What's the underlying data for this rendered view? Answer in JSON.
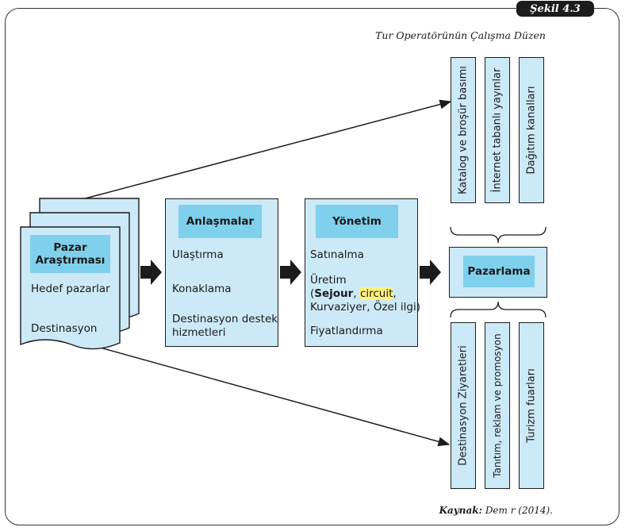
{
  "figure_label": "Şekil 4.3",
  "caption": "Tur Operatörünün Çalışma Düzen",
  "source_label": "Kaynak:",
  "source_text": "Dem r (2014).",
  "pazar": {
    "title_line1": "Pazar",
    "title_line2": "Araştırması",
    "items": [
      "Hedef pazarlar",
      "Destinasyon"
    ]
  },
  "anlasmalar": {
    "title": "Anlaşmalar",
    "items": [
      "Ulaştırma",
      "Konaklama",
      "Destinasyon destek",
      "hizmetleri"
    ]
  },
  "yonetim": {
    "title": "Yönetim",
    "satinalma": "Satınalma",
    "uretim": "Üretim",
    "open_paren": "(",
    "sejour": "Sejour",
    "comma1": ", ",
    "circuit": "circuit",
    "comma2": ",",
    "line3": "Kurvaziyer, Özel ilgi)",
    "fiyat": "Fiyatlandırma"
  },
  "pazarlama": {
    "title": "Pazarlama"
  },
  "top_channels": [
    "Katalog ve broşür basımı",
    "İnternet tabanlı yayınlar",
    "Dağıtım kanalları"
  ],
  "bottom_channels": [
    "Destinasyon Ziyaretleri",
    "Tanıtım, reklam ve promosyon",
    "Turizm fuarları"
  ],
  "colors": {
    "box_fill": "#cce9f7",
    "header_fill": "#7fd0ec",
    "highlight": "#fff27a",
    "stroke": "#1c1c1c"
  }
}
